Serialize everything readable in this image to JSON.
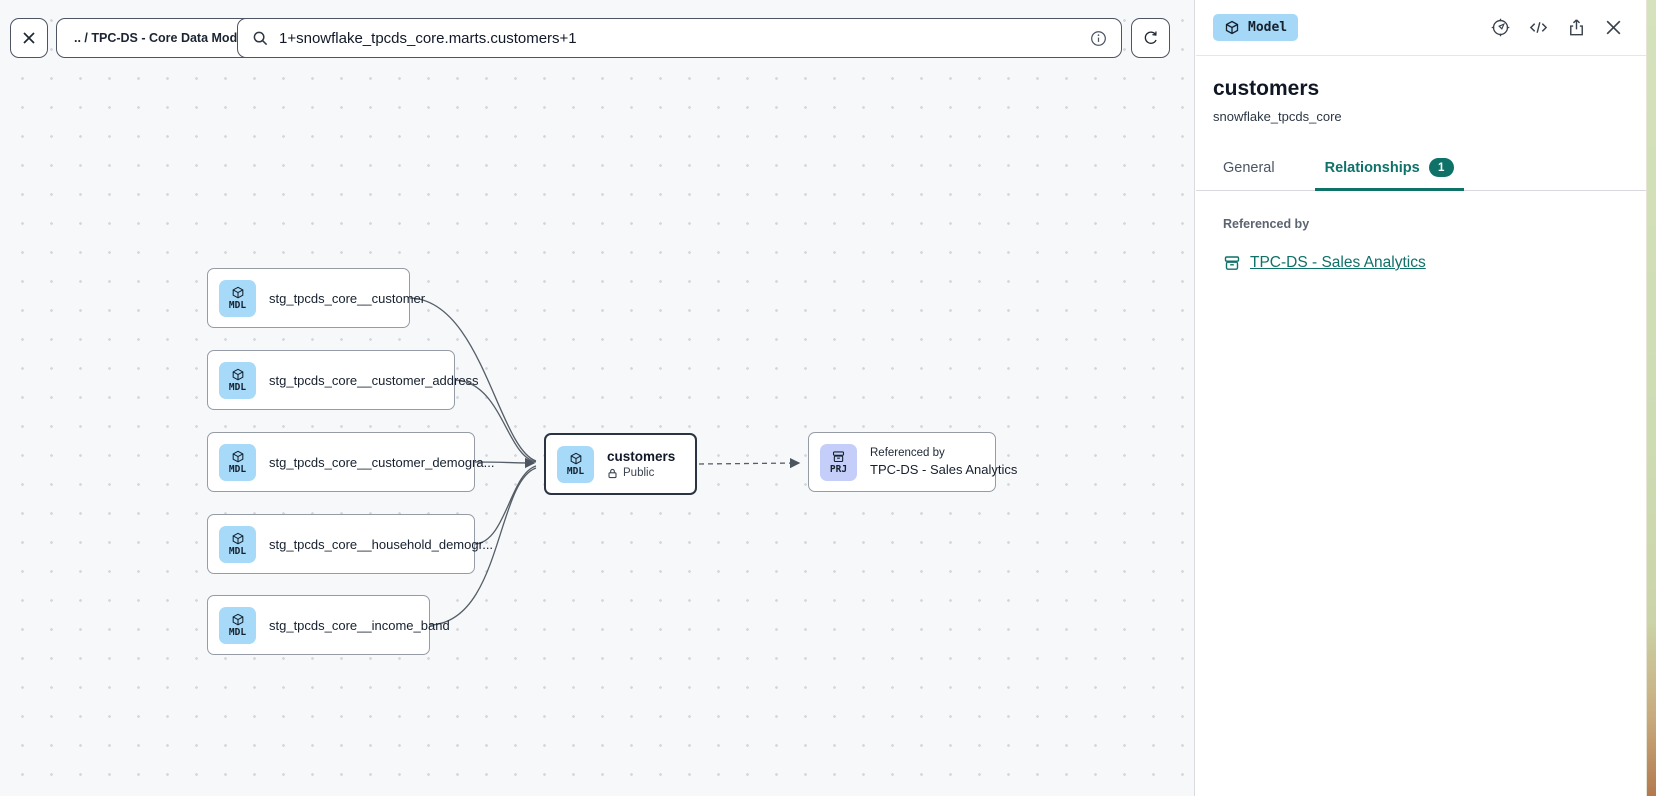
{
  "toolbar": {
    "breadcrumb": ".. / TPC-DS - Core Data Models",
    "search_value": "1+snowflake_tpcds_core.marts.customers+1"
  },
  "panel": {
    "type_badge": "Model",
    "title": "customers",
    "subtitle": "snowflake_tpcds_core",
    "tabs": [
      {
        "label": "General"
      },
      {
        "label": "Relationships",
        "count": "1"
      }
    ],
    "section_label": "Referenced by",
    "reference_link": "TPC-DS - Sales Analytics"
  },
  "canvas": {
    "badge_mdl": "MDL",
    "badge_prj": "PRJ",
    "nodes": [
      {
        "label": "stg_tpcds_core__customer"
      },
      {
        "label": "stg_tpcds_core__customer_address"
      },
      {
        "label": "stg_tpcds_core__customer_demogra..."
      },
      {
        "label": "stg_tpcds_core__household_demogr..."
      },
      {
        "label": "stg_tpcds_core__income_band"
      }
    ],
    "focus_node": {
      "title": "customers",
      "visibility": "Public"
    },
    "project_node": {
      "kicker": "Referenced by",
      "title": "TPC-DS - Sales Analytics"
    }
  },
  "colors": {
    "accent_teal": "#0e7269",
    "model_badge_blue": "#a7d9f8",
    "project_badge_lavender": "#c4cef8",
    "canvas_background": "#f7f8fa"
  }
}
